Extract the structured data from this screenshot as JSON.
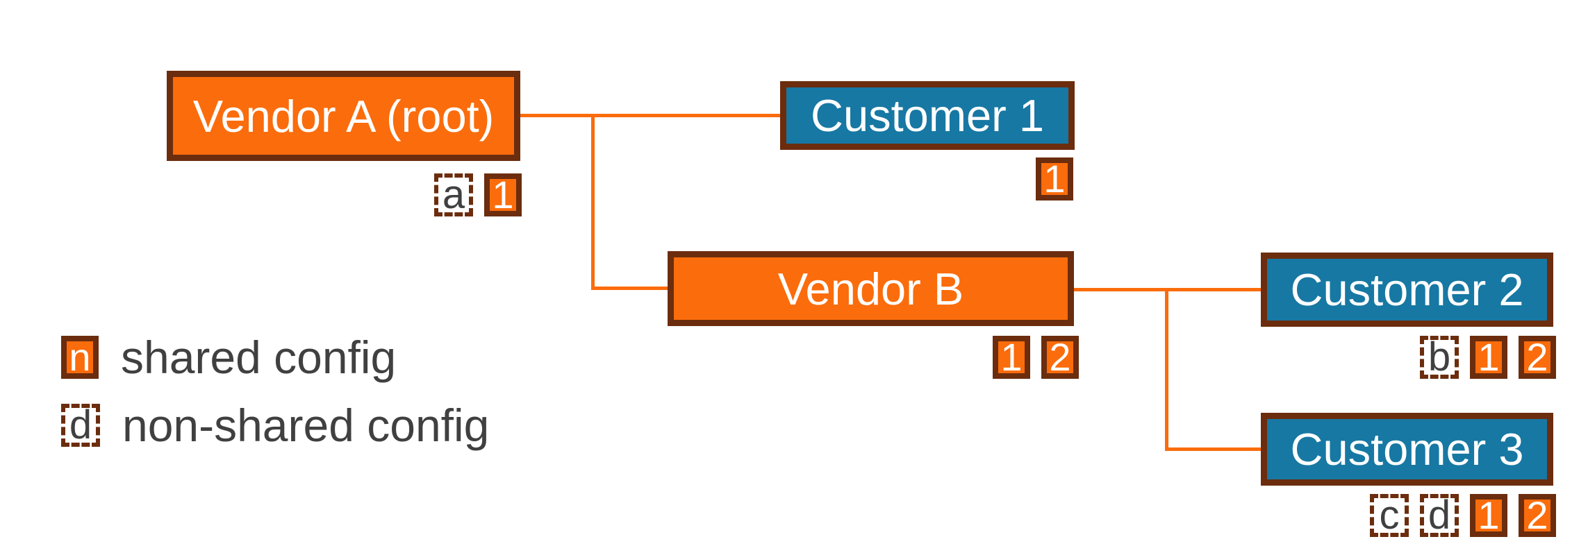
{
  "colors": {
    "vendor_fill": "#FB6C0C",
    "customer_fill": "#1778A3",
    "border_brown": "#6B2D0E",
    "connector": "#FB6C0C",
    "node_text": "#FFFFFF",
    "legend_text": "#404040"
  },
  "nodes": {
    "vendor_a": {
      "label": "Vendor A (root)",
      "type": "vendor"
    },
    "customer_1": {
      "label": "Customer 1",
      "type": "customer"
    },
    "vendor_b": {
      "label": "Vendor B",
      "type": "vendor"
    },
    "customer_2": {
      "label": "Customer 2",
      "type": "customer"
    },
    "customer_3": {
      "label": "Customer 3",
      "type": "customer"
    }
  },
  "edges": [
    {
      "from": "vendor_a",
      "to": "customer_1"
    },
    {
      "from": "vendor_a",
      "to": "vendor_b"
    },
    {
      "from": "vendor_b",
      "to": "customer_2"
    },
    {
      "from": "vendor_b",
      "to": "customer_3"
    }
  ],
  "badges": {
    "vendor_a": [
      {
        "text": "a",
        "style": "non-shared"
      },
      {
        "text": "1",
        "style": "shared"
      }
    ],
    "customer_1": [
      {
        "text": "1",
        "style": "shared"
      }
    ],
    "vendor_b": [
      {
        "text": "1",
        "style": "shared"
      },
      {
        "text": "2",
        "style": "shared"
      }
    ],
    "customer_2": [
      {
        "text": "b",
        "style": "non-shared"
      },
      {
        "text": "1",
        "style": "shared"
      },
      {
        "text": "2",
        "style": "shared"
      }
    ],
    "customer_3": [
      {
        "text": "c",
        "style": "non-shared"
      },
      {
        "text": "d",
        "style": "non-shared"
      },
      {
        "text": "1",
        "style": "shared"
      },
      {
        "text": "2",
        "style": "shared"
      }
    ]
  },
  "legend": {
    "shared": {
      "symbol": "n",
      "label": "shared config"
    },
    "non_shared": {
      "symbol": "d",
      "label": "non-shared config"
    }
  }
}
